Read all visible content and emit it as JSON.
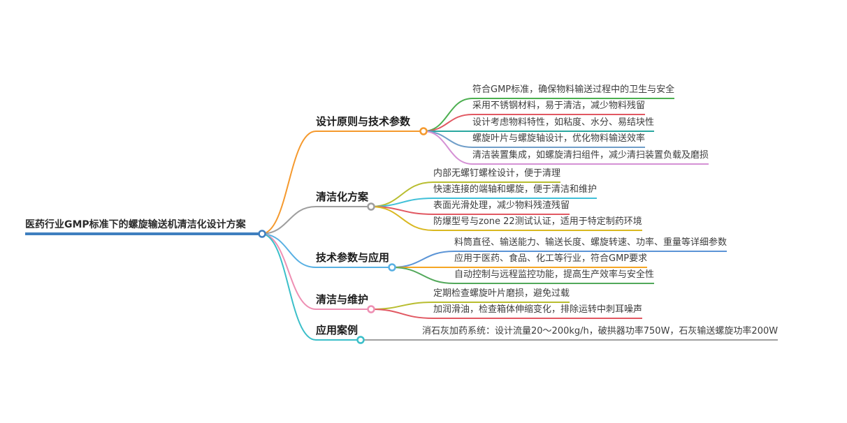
{
  "root": {
    "label": "医药行业GMP标准下的螺旋输送机清洁化设计方案",
    "color": "#3f7fbf"
  },
  "branches": [
    {
      "label": "设计原则与技术参数",
      "color": "#f5992d",
      "children": [
        {
          "text": "符合GMP标准，确保物料输送过程中的卫生与安全",
          "color": "#4caf50"
        },
        {
          "text": "采用不锈钢材料，易于清洁，减少物料残留",
          "color": "#e15862"
        },
        {
          "text": "设计考虑物料特性，如粘度、水分、易结块性",
          "color": "#2ba8a0"
        },
        {
          "text": "螺旋叶片与螺旋轴设计，优化物料输送效率",
          "color": "#6f9ec9"
        },
        {
          "text": "清洁装置集成，如螺旋清扫组件，减少清扫装置负载及磨损",
          "color": "#d591d5"
        }
      ]
    },
    {
      "label": "清洁化方案",
      "color": "#9e9e9e",
      "children": [
        {
          "text": "内部无螺钉螺栓设计，便于清理",
          "color": "#b8bd2f"
        },
        {
          "text": "快速连接的端轴和螺旋，便于清洁和维护",
          "color": "#41c0d8"
        },
        {
          "text": "表面光滑处理，减少物料残渣残留",
          "color": "#e15862"
        },
        {
          "text": "防爆型号与zone 22测试认证，适用于特定制药环境",
          "color": "#d9b821"
        }
      ]
    },
    {
      "label": "技术参数与应用",
      "color": "#58b0e3",
      "children": [
        {
          "text": "料筒直径、输送能力、输送长度、螺旋转速、功率、重量等详细参数",
          "color": "#5b94d6"
        },
        {
          "text": "应用于医药、食品、化工等行业，符合GMP要求",
          "color": "#f5a623"
        },
        {
          "text": "自动控制与远程监控功能，提高生产效率与安全性",
          "color": "#52a85a"
        }
      ]
    },
    {
      "label": "清洁与维护",
      "color": "#ee8fb3",
      "children": [
        {
          "text": "定期检查螺旋叶片磨损，避免过载",
          "color": "#b8bd2f"
        },
        {
          "text": "加润滑油，检查箱体伸缩变化，排除运转中刺耳噪声",
          "color": "#e15862"
        }
      ]
    },
    {
      "label": "应用案例",
      "color": "#3bbfc9",
      "children": [
        {
          "text": "消石灰加药系统：设计流量20～200kg/h，破拱器功率750W，石灰输送螺旋功率200W",
          "color": "#a0a0a0"
        }
      ]
    }
  ]
}
